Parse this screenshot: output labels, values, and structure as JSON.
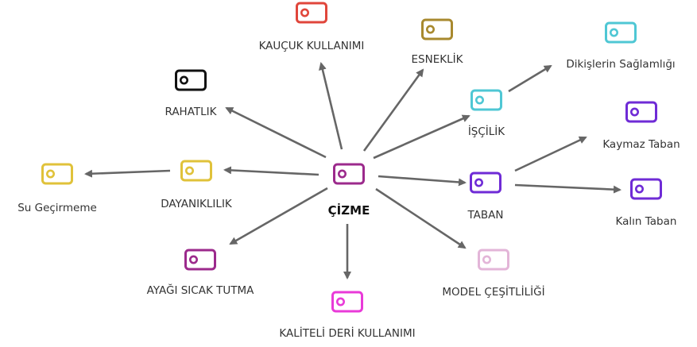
{
  "center": {
    "label": "ÇİZME",
    "color": "#9c2a8c",
    "icon": "tag-icon"
  },
  "nodes": [
    {
      "id": "kaucuk",
      "label": "KAUÇUK KULLANIMI",
      "color": "#e0463b",
      "icon": "tag-icon",
      "parent": "center"
    },
    {
      "id": "esneklik",
      "label": "ESNEKLİK",
      "color": "#a8892e",
      "icon": "tag-icon",
      "parent": "center"
    },
    {
      "id": "iscilik",
      "label": "İŞÇİLİK",
      "color": "#4fc7d4",
      "icon": "tag-icon",
      "parent": "center"
    },
    {
      "id": "dikis",
      "label": "Dikişlerin Sağlamlığı",
      "color": "#4fc7d4",
      "icon": "tag-icon",
      "parent": "iscilik"
    },
    {
      "id": "rahatlik",
      "label": "RAHATLIK",
      "color": "#111111",
      "icon": "tag-icon",
      "parent": "center"
    },
    {
      "id": "taban",
      "label": "TABAN",
      "color": "#6f2bd6",
      "icon": "tag-icon",
      "parent": "center"
    },
    {
      "id": "kaymaz",
      "label": "Kaymaz Taban",
      "color": "#6f2bd6",
      "icon": "tag-icon",
      "parent": "taban"
    },
    {
      "id": "kalin",
      "label": "Kalın Taban",
      "color": "#6f2bd6",
      "icon": "tag-icon",
      "parent": "taban"
    },
    {
      "id": "dayaniklilik",
      "label": "DAYANIKLILIK",
      "color": "#e0c23a",
      "icon": "tag-icon",
      "parent": "center"
    },
    {
      "id": "sugecirmeme",
      "label": "Su Geçirmeme",
      "color": "#e0c23a",
      "icon": "tag-icon",
      "parent": "dayaniklilik"
    },
    {
      "id": "sicak",
      "label": "AYAĞI SICAK TUTMA",
      "color": "#9c2a8c",
      "icon": "tag-icon",
      "parent": "center"
    },
    {
      "id": "deri",
      "label": "KALİTELİ DERİ KULLANIMI",
      "color": "#e93ad8",
      "icon": "tag-icon",
      "parent": "center"
    },
    {
      "id": "model",
      "label": "MODEL ÇEŞİTLİLİĞİ",
      "color": "#e3b5d8",
      "icon": "tag-icon",
      "parent": "center"
    }
  ],
  "arrow_color": "#666666"
}
